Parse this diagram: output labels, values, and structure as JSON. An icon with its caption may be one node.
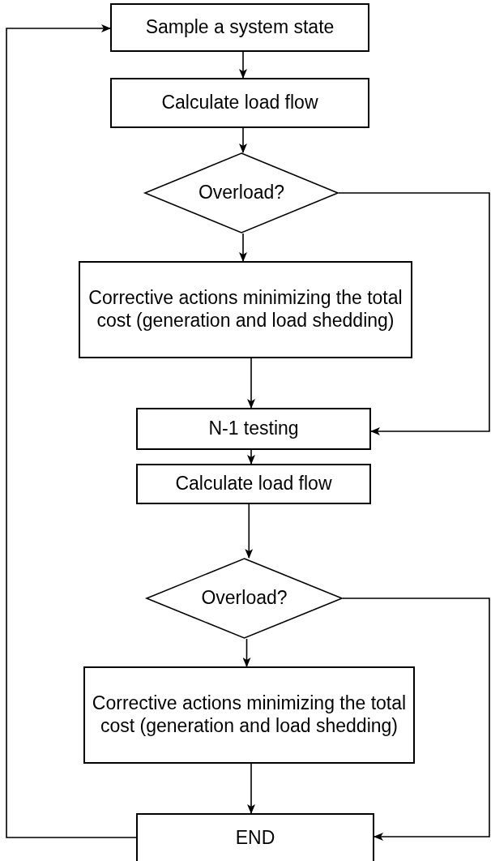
{
  "diagram": {
    "nodes": [
      {
        "text": [
          "Sample a system state"
        ]
      },
      {
        "text": [
          "Calculate load flow"
        ]
      },
      {
        "text": [
          "Overload?"
        ]
      },
      {
        "text": [
          "Corrective actions minimizing the total cost (generation and load shedding)"
        ]
      },
      {
        "text": [
          "N-1 testing"
        ]
      },
      {
        "text": [
          "Calculate load flow"
        ]
      },
      {
        "text": [
          "Overload?"
        ]
      },
      {
        "text": [
          "Corrective actions minimizing the total cost (generation and load shedding)"
        ]
      },
      {
        "text": [
          "END"
        ]
      }
    ],
    "edges": [
      {
        "from": 0,
        "to": 1,
        "arrow": "to"
      },
      {
        "from": 1,
        "to": 2,
        "arrow": "to"
      },
      {
        "from": 2,
        "to": 3,
        "arrow": "to"
      },
      {
        "from": 2,
        "to": 4,
        "arrow": "to"
      },
      {
        "from": 3,
        "to": 4,
        "arrow": "to"
      },
      {
        "from": 4,
        "to": 5,
        "arrow": "to"
      },
      {
        "from": 5,
        "to": 6,
        "arrow": "to"
      },
      {
        "from": 6,
        "to": 7,
        "arrow": "to"
      },
      {
        "from": 6,
        "to": 8,
        "arrow": "to"
      },
      {
        "from": 7,
        "to": 8,
        "arrow": "to"
      },
      {
        "from": 8,
        "to": 0,
        "arrow": "to"
      }
    ]
  }
}
